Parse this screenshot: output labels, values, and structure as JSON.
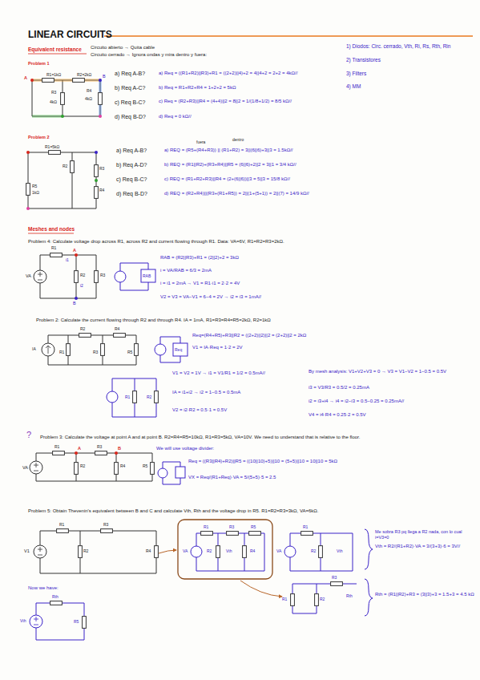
{
  "diagram": {
    "title": "LINEAR CIRCUITS",
    "labels": [
      "Equivalent resistance",
      "Circuito abierto → Quita cable",
      "Circuito cerrado → Ignora ondas y mira dentro y fuera:",
      "Problem 1",
      "R1=1kΩ",
      "R2=2kΩ",
      "R3",
      "4kΩ",
      "R4",
      "4kΩ",
      "A",
      "B",
      "a) Req A-B?",
      "b) Req A-C?",
      "c) Req B-C?",
      "d) Req B-D?",
      "a) Req = ((R1+R2)||R3)+R1 = ((2+2)||4)+2 = 4||4+2 = 2+2 = 4kΩ//",
      "b) Req = R1+R2+R4 = 1+2+2 = 5kΩ",
      "c) Req = (R2+R3)||R4 = (4+4)||2 = 8||2 = 1/(1/8+1/2) = 8/5 kΩ//",
      "d) Req = 0 kΩ//",
      "1) Diodos: Circ. cerrado, Vth, Ri, Rs, Rth, Rin",
      "2) Transistores",
      "3) Filters",
      "4) MM",
      "Problem 2",
      "R1=5kΩ",
      "R2",
      "R3",
      "R4",
      "R5",
      "1kΩ",
      "a) Req A-B?",
      "b) Req A-D?",
      "c) Req B-C?",
      "d) Req B-D?",
      "fuera",
      "dentro",
      "a) REQ = (R5+(R4+R3)) || (R1+R2) = 3||(6||6)+3||3 = 1.5kΩ//",
      "b) REQ = (R1||R2)+(R3+R4)||R5 = (6||6)+2||2 = 3||1 = 3/4 kΩ//",
      "c) REQ = (R1+R2+R3)||R4 = (2+(6||6))||3 = 5||3 = 15/8 kΩ//",
      "d) REQ = (R2+R4)||(R3+(R1+R5)) = 2||(1+(5+1)) = 2||(7) = 14/9 kΩ//",
      "Meshes and nodes",
      "Problem 4: Calculate voltage drop across R1, across R2 and current flowing through R1. Data: VA=6V, R1=R2=R3=2kΩ.",
      "VA",
      "R1",
      "R2",
      "R3",
      "i1",
      "i2",
      "A",
      "B",
      "RAB",
      "RAB = (R2||R3)+R1 = (2||2)+2 = 3kΩ",
      "i = VA/RAB = 6/3 = 2mA",
      "i = i1 = 2mA → V1 = R1·i1 = 2·2 = 4V",
      "V2 = V3 = VA−V1 = 6−4 = 2V → i2 = i3 = 1mA//",
      "Problem 2: Calculate the current flowing through R2 and through R4. IA = 1mA, R1=R3=R4=R5=2kΩ, R2=1kΩ",
      "IA",
      "R1",
      "R2",
      "R3",
      "R4",
      "R5",
      "Req",
      "Req=(R4+R5)+R3||R2 = ((2+2)||2)||2 = (2+2)||2 = 2kΩ",
      "V1 = IA·Req = 1·2 = 2V",
      "R1",
      "R2",
      "V1 = V2 = 1V → i1 = V1/R1 = 1/2 = 0.5mA//",
      "IA = i1+i2 → i2 = 1−0.5 = 0.5mA",
      "V2 = i2·R2 = 0.5·1 = 0.5V",
      "By mesh analysis: V1+V2+V3 = 0 → V3 = V1−V2 = 1−0.5 = 0.5V",
      "i3 = V3/R3 = 0.5/2 = 0.25mA",
      "i2 = i3+i4 → i4 = i2−i3 = 0.5−0.25 = 0.25mA//",
      "V4 = i4·R4 = 0.25·2 = 0.5V",
      "?",
      "Problem 3: Calculate the voltage at point A and at point B. R2=R4=R5=10kΩ, R1=R3=5kΩ, VA=10V. We need to understand that is relative to the floor.",
      "R1",
      "R2",
      "R3",
      "R4",
      "R5",
      "A",
      "B",
      "VA",
      "We will use voltage divider:",
      "Req = ((R3||R4)+R2)||R5 = ((10||10)+5)||10 = (5+5)||10 = 10||10 = 5kΩ",
      "VX = Req/(R1+Req)·VA = 5/(5+5)·5 = 2.5",
      "Problem 5: Obtain Thevenin's equivalent between B and C and calculate Vth, Rth and the voltage drop in R5. R1=R2=R3=3kΩ, VA=6kΩ.",
      "V1",
      "R1",
      "R2",
      "R3",
      "R4",
      "R1",
      "R3",
      "R5",
      "R2",
      "Vth",
      "R4",
      "VA",
      "R1",
      "R2",
      "Vth",
      "VA",
      "Me sobra R3 pq llega a R2 nada, con lo cual i=V3=0",
      "Vth = R2/(R1+R2)·VA = 3/(3+3)·6 = 3V//",
      "R1",
      "R3",
      "R2",
      "Rth",
      "Rth = (R1||R2)+R3 = (3||3)+3 = 1.5+3 = 4.5 kΩ",
      "Now we have:",
      "Rth",
      "Vth",
      "R5"
    ]
  }
}
